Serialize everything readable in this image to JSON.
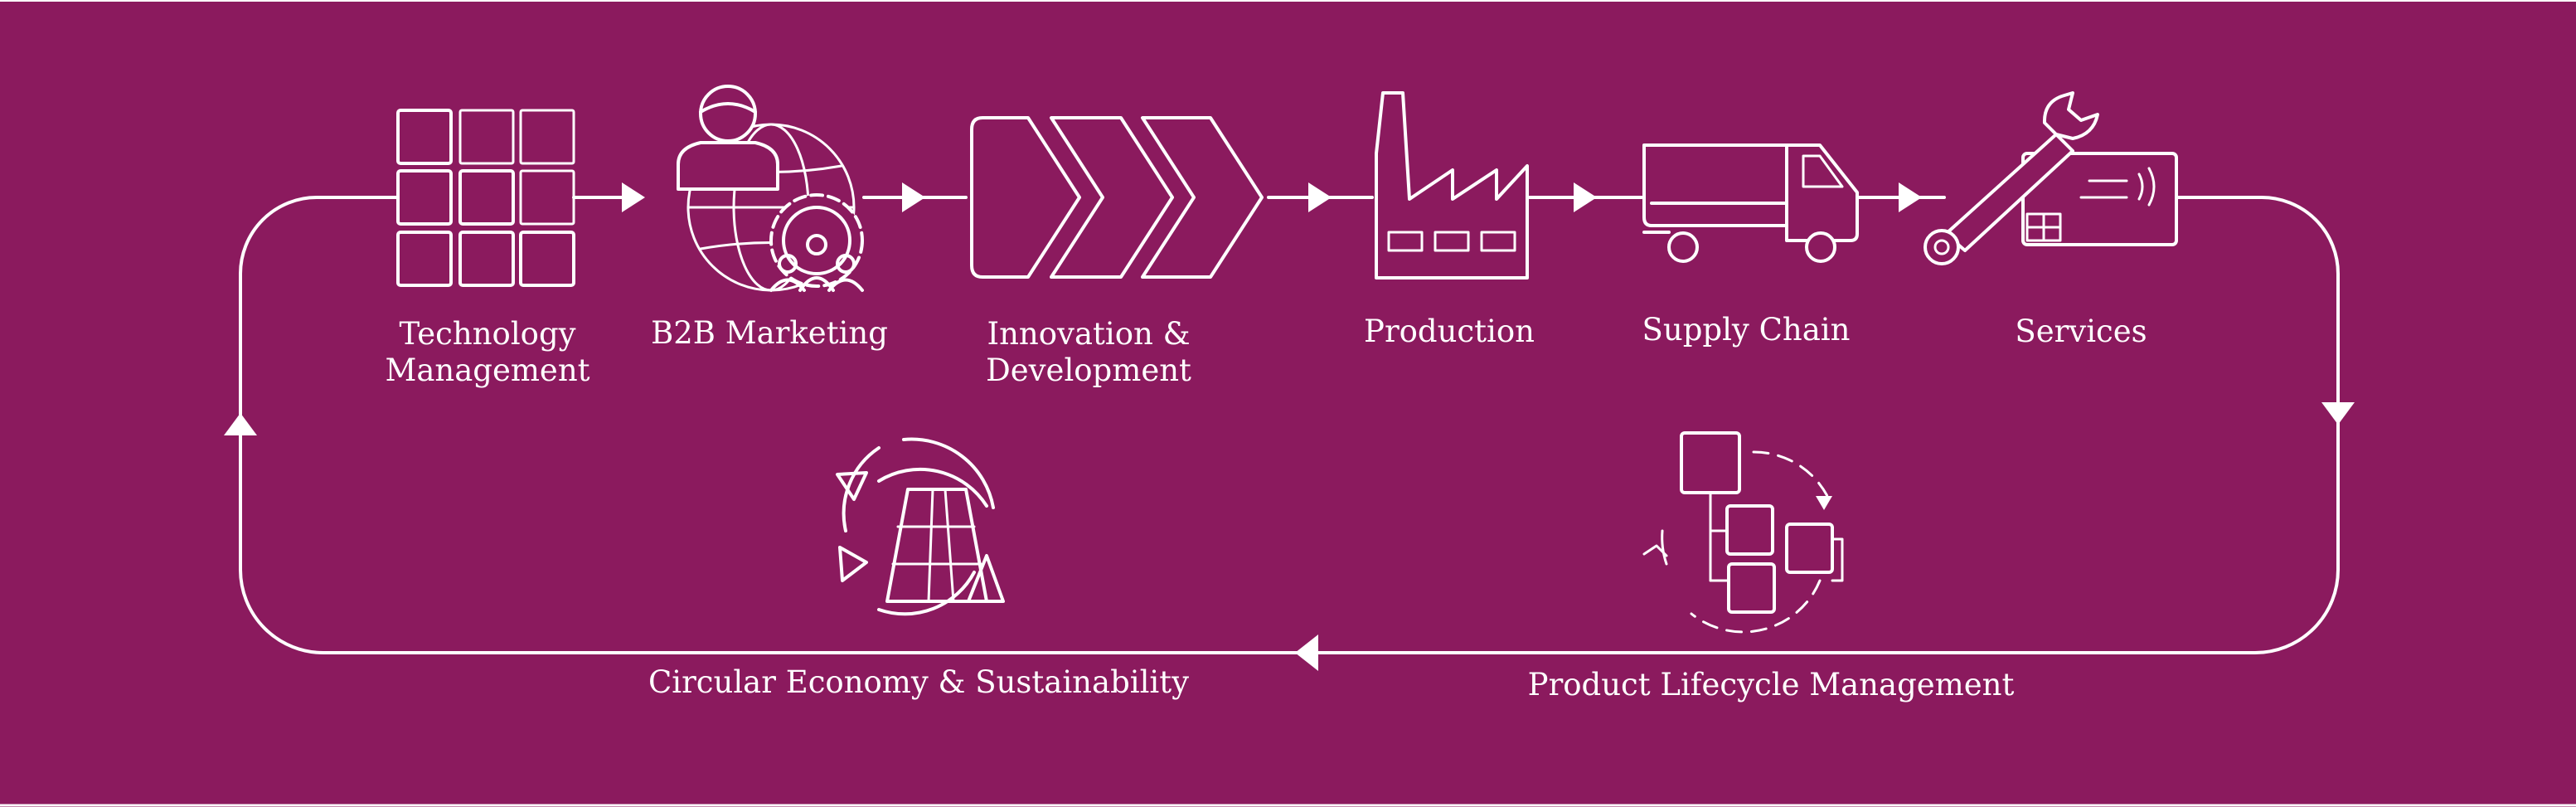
{
  "colors": {
    "background": "#8B1A5E",
    "stroke": "#FFFFFF",
    "frame": "#FFFFFF"
  },
  "steps": [
    {
      "line1": "Technology",
      "line2": "Management",
      "icon": "grid-icon"
    },
    {
      "line1": "B2B Marketing",
      "icon": "globe-person-gear-icon"
    },
    {
      "line1": "Innovation &",
      "line2": "Development",
      "icon": "chevrons-icon"
    },
    {
      "line1": "Production",
      "icon": "factory-icon"
    },
    {
      "line1": "Supply Chain",
      "icon": "truck-icon"
    },
    {
      "line1": "Services",
      "icon": "wrench-card-icon"
    }
  ],
  "bottom": {
    "circular_label": "Circular Economy &  Sustainability",
    "circular_icon": "recycle-icon",
    "plm_label": "Product Lifecycle Management",
    "plm_icon": "lifecycle-blocks-icon"
  }
}
